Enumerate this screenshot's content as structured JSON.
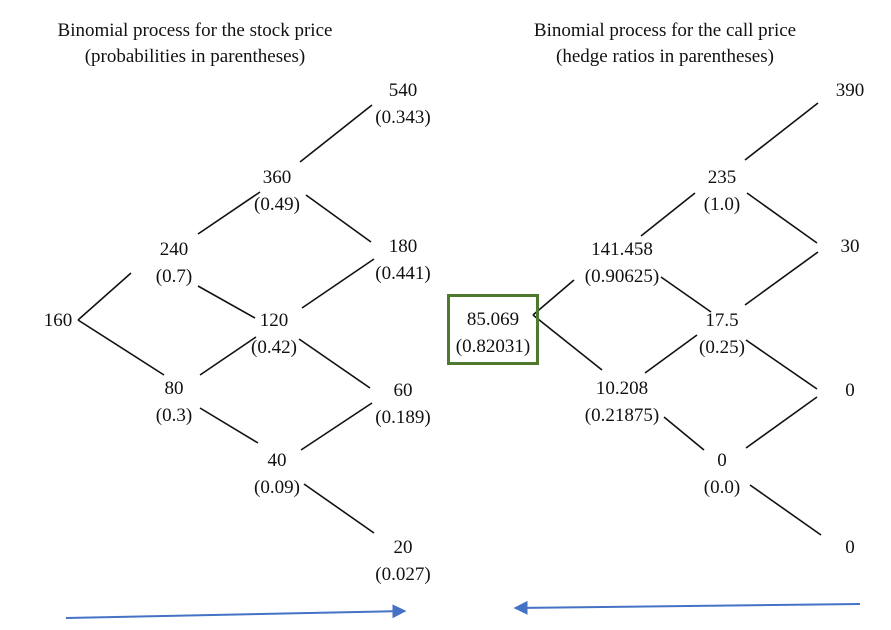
{
  "left_tree": {
    "title_line1": "Binomial process for the stock price",
    "title_line2": "(probabilities in parentheses)",
    "nodes": {
      "s0": {
        "value": "160",
        "sub": ""
      },
      "u": {
        "value": "240",
        "sub": "(0.7)"
      },
      "d": {
        "value": "80",
        "sub": "(0.3)"
      },
      "uu": {
        "value": "360",
        "sub": "(0.49)"
      },
      "ud": {
        "value": "120",
        "sub": "(0.42)"
      },
      "dd": {
        "value": "40",
        "sub": "(0.09)"
      },
      "uuu": {
        "value": "540",
        "sub": "(0.343)"
      },
      "uud": {
        "value": "180",
        "sub": "(0.441)"
      },
      "udd": {
        "value": "60",
        "sub": "(0.189)"
      },
      "ddd": {
        "value": "20",
        "sub": "(0.027)"
      }
    }
  },
  "right_tree": {
    "title_line1": "Binomial process for the call price",
    "title_line2": "(hedge ratios in parentheses)",
    "nodes": {
      "c0": {
        "value": "85.069",
        "sub": "(0.82031)"
      },
      "u": {
        "value": "141.458",
        "sub": "(0.90625)"
      },
      "d": {
        "value": "10.208",
        "sub": "(0.21875)"
      },
      "uu": {
        "value": "235",
        "sub": "(1.0)"
      },
      "ud": {
        "value": "17.5",
        "sub": "(0.25)"
      },
      "dd": {
        "value": "0",
        "sub": "(0.0)"
      },
      "uuu": {
        "value": "390",
        "sub": ""
      },
      "uud": {
        "value": "30",
        "sub": ""
      },
      "udd": {
        "value": "0",
        "sub": ""
      },
      "ddd": {
        "value": "0",
        "sub": ""
      }
    }
  },
  "colors": {
    "lines": "#111111",
    "highlight_box": "#4f7a2d",
    "arrows": "#4472c4"
  },
  "arrows": {
    "left_direction": "right",
    "right_direction": "left"
  }
}
